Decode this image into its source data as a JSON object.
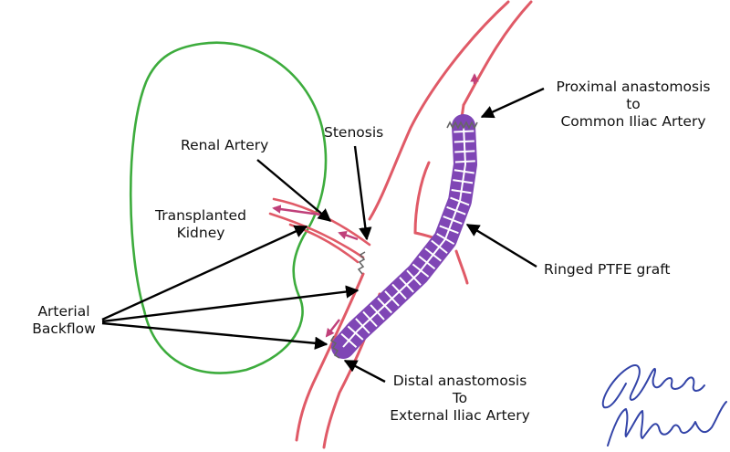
{
  "labels": {
    "renal_artery": "Renal Artery",
    "stenosis": "Stenosis",
    "transplanted_kidney_1": "Transplanted",
    "transplanted_kidney_2": "Kidney",
    "arterial_backflow_1": "Arterial",
    "arterial_backflow_2": "Backflow",
    "proximal_1": "Proximal anastomosis",
    "proximal_2": "to",
    "proximal_3": "Common  Iliac Artery",
    "ringed_graft": "Ringed PTFE graft",
    "distal_1": "Distal anastomosis",
    "distal_2": "To",
    "distal_3": "External Iliac Artery"
  },
  "signature": "Alexia Molmenti",
  "colors": {
    "kidney": "#3dac3d",
    "artery": "#e05a67",
    "graft": "#7f46b5",
    "graft_rings": "#ffffff",
    "suture": "#666666",
    "arrow": "#000000",
    "signature": "#3344a8"
  }
}
